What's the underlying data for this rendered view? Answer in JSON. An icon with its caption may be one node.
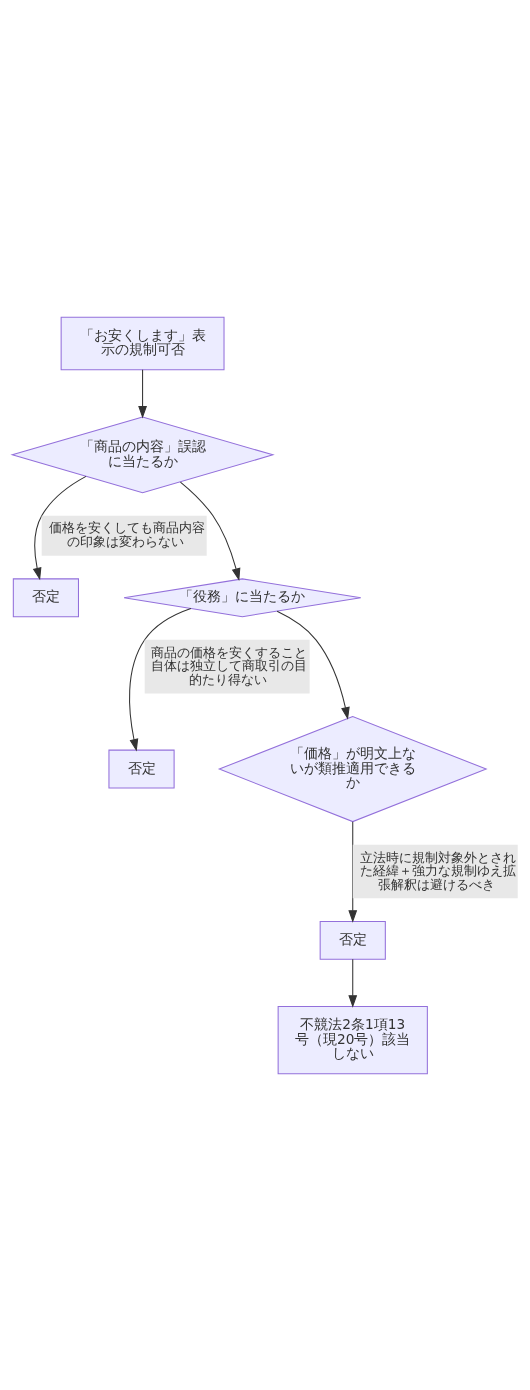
{
  "diagram": {
    "nodes": [
      {
        "text": [
          "「お安くします」表示の規制可否"
        ]
      },
      {
        "text": [
          "「商品の内容」誤認に当たるか"
        ]
      },
      {
        "text": [
          "否定"
        ]
      },
      {
        "text": [
          "「役務」に当たるか"
        ]
      },
      {
        "text": [
          "否定"
        ]
      },
      {
        "text": [
          "「価格」が明文上ないが類推適用できるか"
        ]
      },
      {
        "text": [
          "否定"
        ]
      },
      {
        "text": [
          "不競法2条1項13号（現20号）該当しない"
        ]
      }
    ],
    "edges": [
      {
        "from": 0,
        "to": 1,
        "arrow": "to"
      },
      {
        "from": 1,
        "to": 2,
        "arrow": "to",
        "label": "価格を安くしても商品内容の印象は変わらない"
      },
      {
        "from": 1,
        "to": 3,
        "arrow": "to"
      },
      {
        "from": 3,
        "to": 4,
        "arrow": "to",
        "label": "商品の価格を安くすること自体は独立して商取引の目的たり得ない"
      },
      {
        "from": 3,
        "to": 5,
        "arrow": "to"
      },
      {
        "from": 5,
        "to": 6,
        "arrow": "to",
        "label": "立法時に規制対象外とされた経緯＋強力な規制ゆえ拡張解釈は避けるべき"
      },
      {
        "from": 6,
        "to": 7,
        "arrow": "to"
      }
    ]
  }
}
